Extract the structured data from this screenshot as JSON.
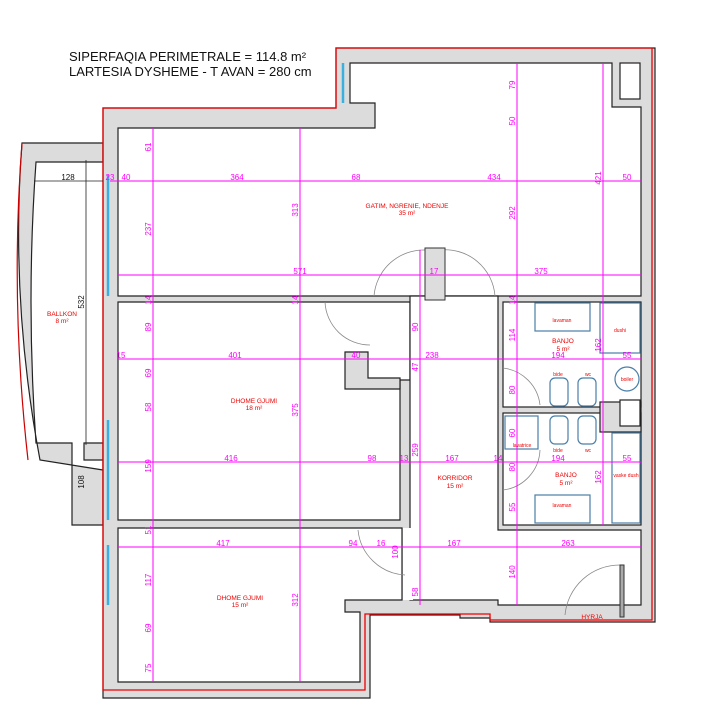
{
  "header": {
    "area_line": "SIPERFAQIA PERIMETRALE  =  114.8  m²",
    "height_line": "LARTESIA DYSHEME  - T AVAN = 280 cm"
  },
  "colors": {
    "dimension": "#ff00ff",
    "label": "#ee0000",
    "wall": "#dcdcdc",
    "outline": "#ee0000",
    "window": "#3ab0e0",
    "fixture": "#4a7fa8"
  },
  "rooms": {
    "kitchen": {
      "name": "GATIM, NGRENIE, NDENJE",
      "area": "35  m²"
    },
    "balcony": {
      "name": "BALLKON",
      "area": "8 m²"
    },
    "bedroom1": {
      "name": "DHOME GJUMI",
      "area": "18 m²"
    },
    "corridor": {
      "name": "KORRIDOR",
      "area": "15 m²"
    },
    "bedroom2": {
      "name": "DHOME GJUMI",
      "area": "15 m²"
    },
    "bath1": {
      "name": "BANJO",
      "area": "5 m²"
    },
    "bath2": {
      "name": "BANJO",
      "area": "5 m²"
    },
    "entrance": {
      "name": "HYRJA"
    }
  },
  "fixtures": {
    "lavaman1": "lavaman",
    "dushi": "dushi",
    "bide1": "bide",
    "wc1": "wc",
    "boiler": "boiler",
    "lavatrice": "lavatrice",
    "bide2": "bide",
    "wc2": "wc",
    "lavaman2": "lavaman",
    "vaske_dush": "vaske dush"
  },
  "dims": [
    "128",
    "23",
    "40",
    "364",
    "68",
    "434",
    "50",
    "61",
    "237",
    "313",
    "79",
    "50",
    "421",
    "292",
    "532",
    "571",
    "17",
    "375",
    "14",
    "14",
    "14",
    "89",
    "90",
    "114",
    "162",
    "15",
    "401",
    "40",
    "238",
    "194",
    "55",
    "69",
    "47",
    "80",
    "58",
    "375",
    "259",
    "60",
    "159",
    "416",
    "98",
    "13",
    "167",
    "14",
    "194",
    "55",
    "162",
    "80",
    "55",
    "51",
    "417",
    "94",
    "16",
    "100",
    "167",
    "263",
    "117",
    "140",
    "312",
    "58",
    "69",
    "75",
    "108"
  ]
}
